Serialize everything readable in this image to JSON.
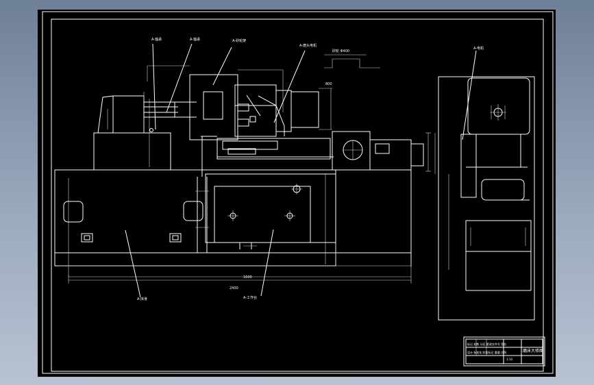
{
  "window": {
    "background": "#8b9bb1",
    "sheet_color": "#000000",
    "line_color": "#ffffff"
  },
  "drawing": {
    "callouts": {
      "c1": "A-轴承",
      "c2": "A-轴承",
      "c3": "A-砂轮架",
      "c4": "A-磨头电机",
      "c5": "A-电机",
      "c6": "A-床身",
      "c7": "A-工作台"
    },
    "dimensions": {
      "d1": "砂轮 Φ400",
      "d2": "800",
      "d3": "1600",
      "d4": "2400"
    },
    "title_block": {
      "title": "磨床大修图",
      "row1": "标记 处数 分区 更改文件号 签名",
      "row2": "设计 标准化 阶段标记 重量 比例",
      "scale": "1:10"
    }
  }
}
